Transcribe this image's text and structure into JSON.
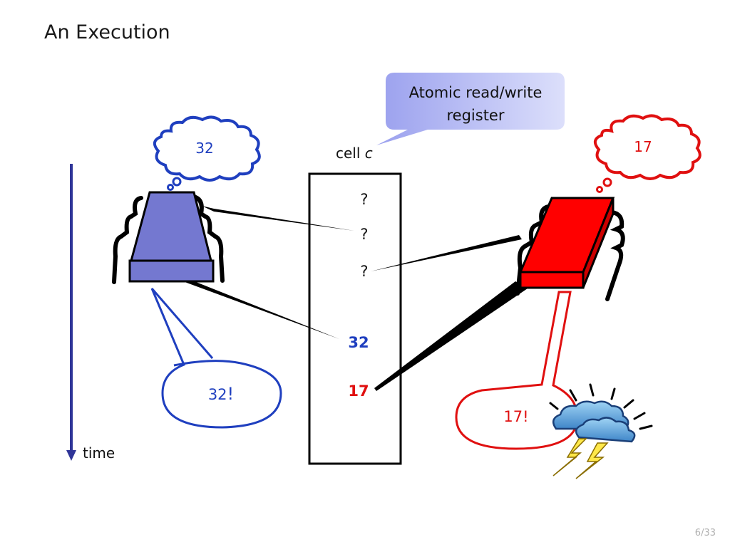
{
  "slide": {
    "title": "An Execution",
    "page": "6/33"
  },
  "callout": {
    "line1": "Atomic read/write",
    "line2": "register"
  },
  "cell": {
    "label_prefix": "cell ",
    "label_var": "c",
    "values": [
      "?",
      "?",
      "?",
      "32",
      "17"
    ]
  },
  "thread_left": {
    "thought": "32",
    "speech": "32",
    "speech_suffix": "!",
    "color": "#1f3fbf"
  },
  "thread_right": {
    "thought": "17",
    "speech": "17!",
    "color": "#e01010"
  },
  "time_label": "time",
  "colors": {
    "blue_processor": "#7478d0",
    "red_processor": "#ff0000",
    "callout_fill": "#b9bdf2",
    "time_arrow": "#2f3598"
  }
}
